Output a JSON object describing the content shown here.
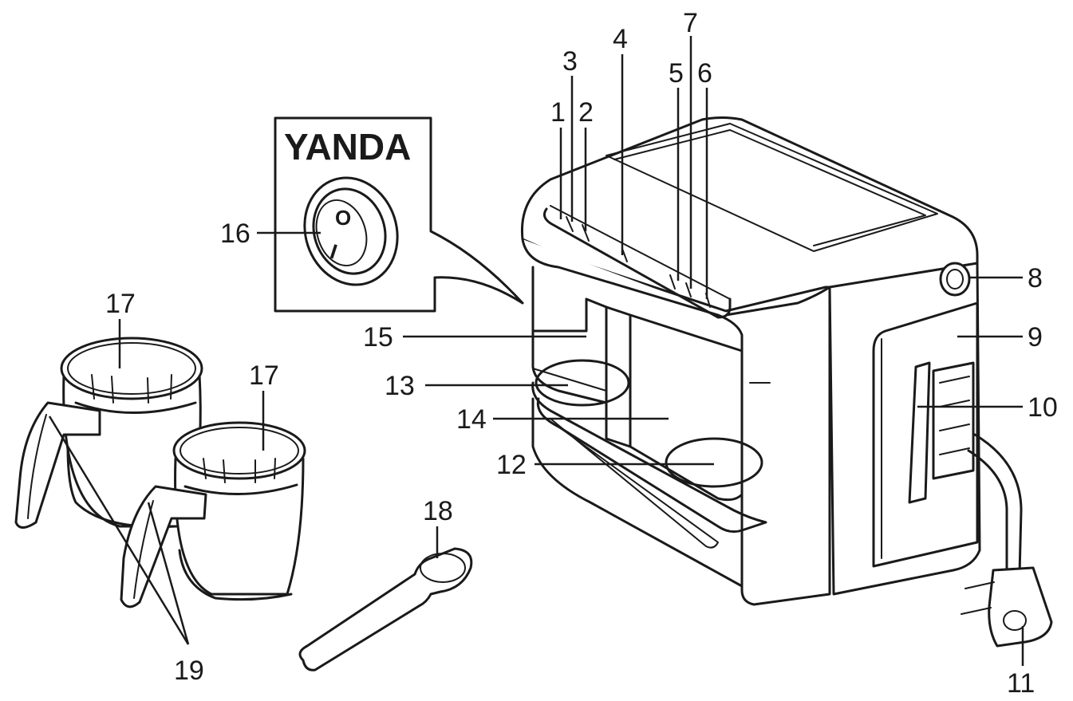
{
  "inset": {
    "brand_text": "YANDA",
    "switch_symbol_off": "O",
    "switch_symbol_on": "I"
  },
  "callouts": {
    "c1": "1",
    "c2": "2",
    "c3": "3",
    "c4": "4",
    "c5": "5",
    "c6": "6",
    "c7": "7",
    "c8": "8",
    "c9": "9",
    "c10": "10",
    "c11": "11",
    "c12": "12",
    "c13": "13",
    "c14": "14",
    "c15": "15",
    "c16": "16",
    "c17_left": "17",
    "c17_right": "17",
    "c18": "18",
    "c19": "19"
  }
}
